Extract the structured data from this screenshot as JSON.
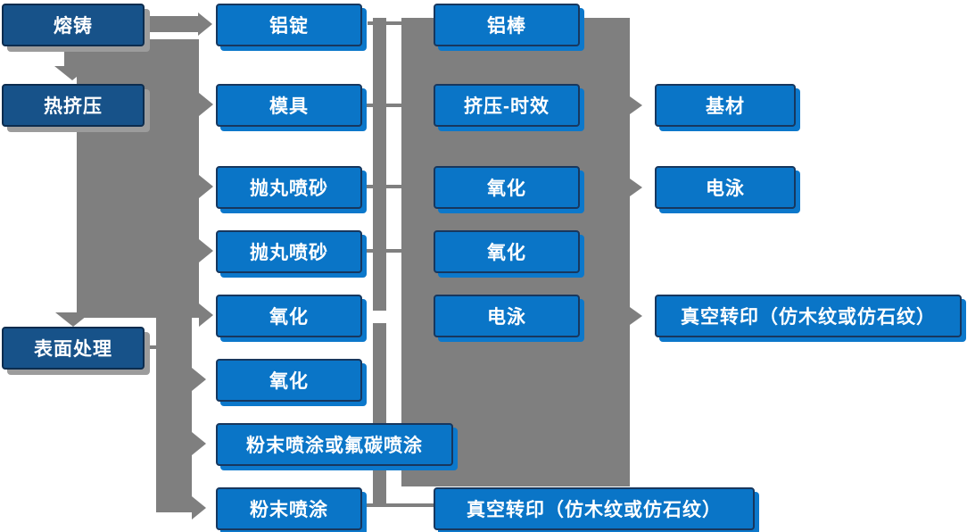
{
  "palette": {
    "light_box_fill": "#0a75c7",
    "light_box_border": "#17375e",
    "light_box_shadow": "#0c78cb",
    "dark_box_fill": "#175289",
    "dark_box_border": "#0c2c4e",
    "dark_box_shadow": "#9c9c9c",
    "connector_gray": "#7f7f7f",
    "text_color": "#ffffff",
    "background": "#ffffff"
  },
  "nodes": {
    "melt_casting": {
      "label": "熔铸"
    },
    "hot_extrusion": {
      "label": "热挤压"
    },
    "surface_treatment": {
      "label": "表面处理"
    },
    "aluminum_ingot": {
      "label": "铝锭"
    },
    "mold": {
      "label": "模具"
    },
    "shot_blasting_1": {
      "label": "抛丸喷砂"
    },
    "shot_blasting_2": {
      "label": "抛丸喷砂"
    },
    "oxidation_1": {
      "label": "氧化"
    },
    "oxidation_2": {
      "label": "氧化"
    },
    "powder_or_fluorocarbon": {
      "label": "粉末喷涂或氟碳喷涂"
    },
    "powder_coating": {
      "label": "粉末喷涂"
    },
    "aluminum_rod": {
      "label": "铝棒"
    },
    "extrusion_aging": {
      "label": "挤压-时效"
    },
    "oxidation_3": {
      "label": "氧化"
    },
    "oxidation_4": {
      "label": "氧化"
    },
    "electrophoresis_1": {
      "label": "电泳"
    },
    "vacuum_transfer_bottom": {
      "label": "真空转印（仿木纹或仿石纹）"
    },
    "base_material": {
      "label": "基材"
    },
    "electrophoresis_2": {
      "label": "电泳"
    },
    "vacuum_transfer_right": {
      "label": "真空转印（仿木纹或仿石纹）"
    }
  },
  "edges": [
    {
      "from": "melt_casting",
      "to": "hot_extrusion"
    },
    {
      "from": "melt_casting",
      "to": "aluminum_ingot"
    },
    {
      "from": "hot_extrusion",
      "to": "mold"
    },
    {
      "from": "hot_extrusion",
      "to": "shot_blasting_1"
    },
    {
      "from": "hot_extrusion",
      "to": "shot_blasting_2"
    },
    {
      "from": "hot_extrusion",
      "to": "oxidation_1"
    },
    {
      "from": "hot_extrusion",
      "to": "surface_treatment"
    },
    {
      "from": "surface_treatment",
      "to": "oxidation_2"
    },
    {
      "from": "surface_treatment",
      "to": "powder_or_fluorocarbon"
    },
    {
      "from": "surface_treatment",
      "to": "powder_coating"
    },
    {
      "from": "extrusion_aging",
      "to": "base_material"
    },
    {
      "from": "oxidation_3",
      "to": "electrophoresis_2"
    },
    {
      "from": "electrophoresis_1",
      "to": "vacuum_transfer_right"
    },
    {
      "from": "powder_coating",
      "to": "vacuum_transfer_bottom"
    }
  ]
}
